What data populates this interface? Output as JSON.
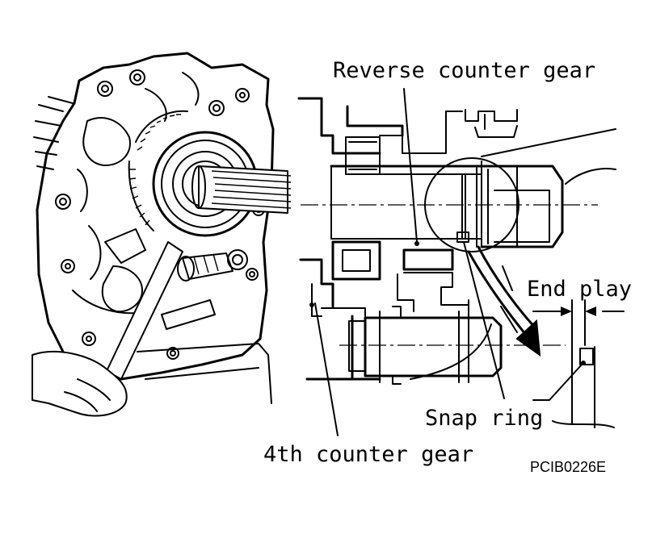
{
  "labels": {
    "reverse_counter_gear": "Reverse counter gear",
    "end_play": "End play",
    "snap_ring": "Snap ring",
    "fourth_counter_gear": "4th counter gear",
    "figure_code": "PCIB0226E"
  },
  "colors": {
    "ink": "#000000",
    "paper": "#ffffff"
  }
}
